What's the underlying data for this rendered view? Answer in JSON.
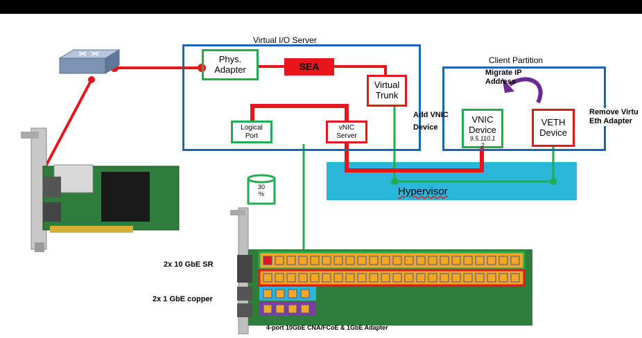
{
  "vios": {
    "title": "Virtual I/O Server"
  },
  "client": {
    "title": "Client Partition"
  },
  "boxes": {
    "phys_adapter": "Phys.\nAdapter",
    "sea": "SEA",
    "virtual_trunk": "Virtual\nTrunk",
    "logical_port": "Logical\nPort",
    "vnic_server": "vNIC\nServer",
    "vnic_device": "VNIC\nDevice",
    "vnic_ip": "9.5.110.1\n2",
    "veth_device": "VETH\nDevice"
  },
  "labels": {
    "migrate_ip": "Migrate IP\nAddress",
    "add_vnic": "Add VNIC\nDevice",
    "remove_veth": "Remove Virtu\nEth Adapter",
    "hypervisor": "Hypervisor",
    "percent": "30\n%",
    "ports_sr": "2x 10 GbE SR",
    "ports_copper": "2x 1 GbE copper",
    "adapter_caption": "4-port 10GbE CNA/FCoE & 1GbE Adapter"
  },
  "colors": {
    "green": "#1fae4b",
    "red": "#e8161b",
    "blue": "#1565b8",
    "hypervisor": "#29b6d9",
    "row_orange": "#f5a623",
    "row_purple": "#7b3fa0"
  }
}
